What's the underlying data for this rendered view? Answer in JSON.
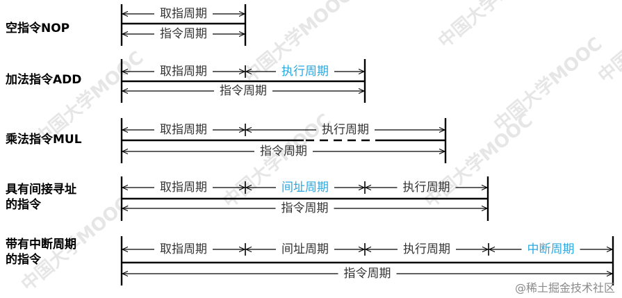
{
  "watermark": "中国大学MOOC",
  "credit": "@稀土掘金技术社区",
  "colors": {
    "line": "#000000",
    "highlight": "#2ba8e0",
    "text": "#333333"
  },
  "rows": [
    {
      "label": [
        "空指令NOP"
      ],
      "segments": [
        {
          "text": "取指周期",
          "highlight": false
        }
      ],
      "total": "指令周期",
      "variable_gap": false
    },
    {
      "label": [
        "加法指令ADD"
      ],
      "segments": [
        {
          "text": "取指周期",
          "highlight": false
        },
        {
          "text": "执行周期",
          "highlight": true
        }
      ],
      "total": "指令周期",
      "variable_gap": false
    },
    {
      "label": [
        "乘法指令MUL"
      ],
      "segments": [
        {
          "text": "取指周期",
          "highlight": false
        },
        {
          "text": "执行周期",
          "highlight": false
        }
      ],
      "total": "指令周期",
      "variable_gap": true
    },
    {
      "label": [
        "具有间接寻址",
        "的指令"
      ],
      "segments": [
        {
          "text": "取指周期",
          "highlight": false
        },
        {
          "text": "间址周期",
          "highlight": true
        },
        {
          "text": "执行周期",
          "highlight": false
        }
      ],
      "total": "指令周期",
      "variable_gap": false
    },
    {
      "label": [
        "带有中断周期",
        "的指令"
      ],
      "segments": [
        {
          "text": "取指周期",
          "highlight": false
        },
        {
          "text": "间址周期",
          "highlight": false
        },
        {
          "text": "执行周期",
          "highlight": false
        },
        {
          "text": "中断周期",
          "highlight": true
        }
      ],
      "total": "指令周期",
      "variable_gap": false
    }
  ]
}
